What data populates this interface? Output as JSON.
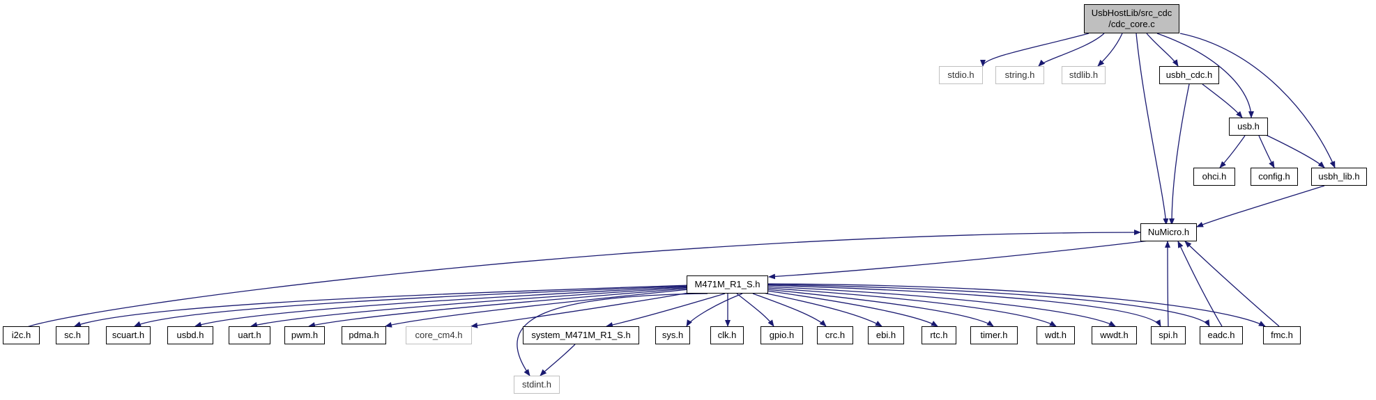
{
  "colors": {
    "edge": "#191970",
    "node_border": "#000000",
    "external_border": "#bfbfbf",
    "root_fill": "#bfbfbf"
  },
  "nodes": {
    "root": {
      "line1": "UsbHostLib/src_cdc",
      "line2": "/cdc_core.c"
    },
    "stdio": "stdio.h",
    "string": "string.h",
    "stdlib": "stdlib.h",
    "usbh_cdc": "usbh_cdc.h",
    "usb": "usb.h",
    "ohci": "ohci.h",
    "config": "config.h",
    "usbh_lib": "usbh_lib.h",
    "numicro": "NuMicro.h",
    "m471": "M471M_R1_S.h",
    "i2c": "i2c.h",
    "sc": "sc.h",
    "scuart": "scuart.h",
    "usbd": "usbd.h",
    "uart": "uart.h",
    "pwm": "pwm.h",
    "pdma": "pdma.h",
    "core_cm4": "core_cm4.h",
    "system": "system_M471M_R1_S.h",
    "sys": "sys.h",
    "clk": "clk.h",
    "gpio": "gpio.h",
    "crc": "crc.h",
    "ebi": "ebi.h",
    "rtc": "rtc.h",
    "timer": "timer.h",
    "wdt": "wdt.h",
    "wwdt": "wwdt.h",
    "spi": "spi.h",
    "eadc": "eadc.h",
    "fmc": "fmc.h",
    "stdint": "stdint.h"
  }
}
